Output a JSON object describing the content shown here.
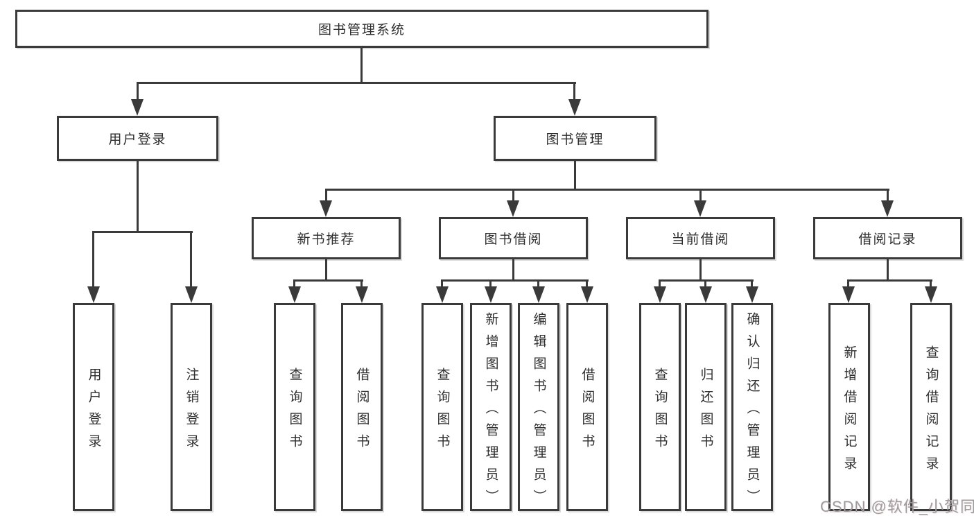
{
  "diagram": {
    "watermark": "CSDN @软件_小贺同学",
    "colors": {
      "line": "#3a3a3a",
      "text": "#2e2e2e",
      "background": "#ffffff",
      "watermark": "#9c9c9c"
    },
    "tree": {
      "label": "图书管理系统",
      "children": [
        {
          "label": "用户登录",
          "children": [
            {
              "label": "用户登录"
            },
            {
              "label": "注销登录"
            }
          ]
        },
        {
          "label": "图书管理",
          "children": [
            {
              "label": "新书推荐",
              "children": [
                {
                  "label": "查询图书"
                },
                {
                  "label": "借阅图书"
                }
              ]
            },
            {
              "label": "图书借阅",
              "children": [
                {
                  "label": "查询图书"
                },
                {
                  "label": "新增图书（管理员）"
                },
                {
                  "label": "编辑图书（管理员）"
                },
                {
                  "label": "借阅图书"
                }
              ]
            },
            {
              "label": "当前借阅",
              "children": [
                {
                  "label": "查询图书"
                },
                {
                  "label": "归还图书"
                },
                {
                  "label": "确认归还（管理员）"
                }
              ]
            },
            {
              "label": "借阅记录",
              "children": [
                {
                  "label": "新增借阅记录"
                },
                {
                  "label": "查询借阅记录"
                }
              ]
            }
          ]
        }
      ]
    }
  }
}
